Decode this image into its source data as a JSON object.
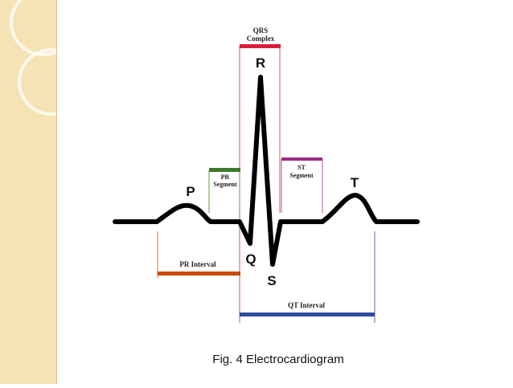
{
  "slide": {
    "sidebar_color": "#f6e3b5",
    "caption": "Fig. 4 Electrocardiogram"
  },
  "diagram": {
    "waves": {
      "p": "P",
      "q": "Q",
      "r": "R",
      "s": "S",
      "t": "T"
    },
    "segments": {
      "qrs_line1": "QRS",
      "qrs_line2": "Complex",
      "pr_seg_line1": "PR",
      "pr_seg_line2": "Segment",
      "st_seg_line1": "ST",
      "st_seg_line2": "Segment",
      "pr_interval": "PR Interval",
      "qt_interval": "QT Interval"
    },
    "colors": {
      "trace": "#000000",
      "qrs": "#d81e3c",
      "pr_segment": "#3e7a2c",
      "st_segment": "#9b2c86",
      "pr_interval": "#cc4a0c",
      "qt_interval": "#2d4e9c",
      "guide_qrs": "#d9516a",
      "guide_pr": "#5f9a48",
      "guide_st": "#b05aa0",
      "guide_pr_int": "#d6743f",
      "guide_qt": "#5470b0"
    }
  }
}
